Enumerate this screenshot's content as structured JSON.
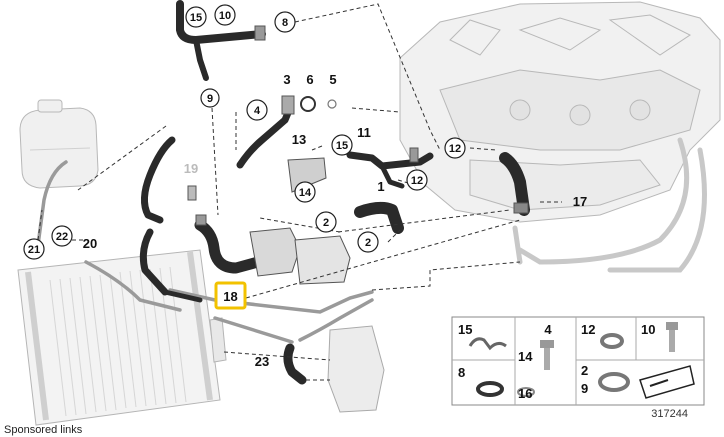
{
  "footer": {
    "sponsored_text": "Sponsored links"
  },
  "diagram": {
    "id_number": "317244",
    "highlight_color": "#f2c200",
    "highlighted_part": "18",
    "callouts": {
      "p1": "1",
      "p2a": "2",
      "p2b": "2",
      "p3": "3",
      "p4": "4",
      "p5": "5",
      "p6": "6",
      "p8": "8",
      "p9": "9",
      "p10": "10",
      "p11": "11",
      "p12a": "12",
      "p12b": "12",
      "p13": "13",
      "p14": "14",
      "p15a": "15",
      "p15b": "15",
      "p17": "17",
      "p18": "18",
      "p19": "19",
      "p20": "20",
      "p21": "21",
      "p22": "22",
      "p23": "23"
    },
    "legend": {
      "l15": "15",
      "l4": "4",
      "l12": "12",
      "l10": "10",
      "l8": "8",
      "l14": "14",
      "l16": "16",
      "l2": "2",
      "l9": "9"
    }
  }
}
